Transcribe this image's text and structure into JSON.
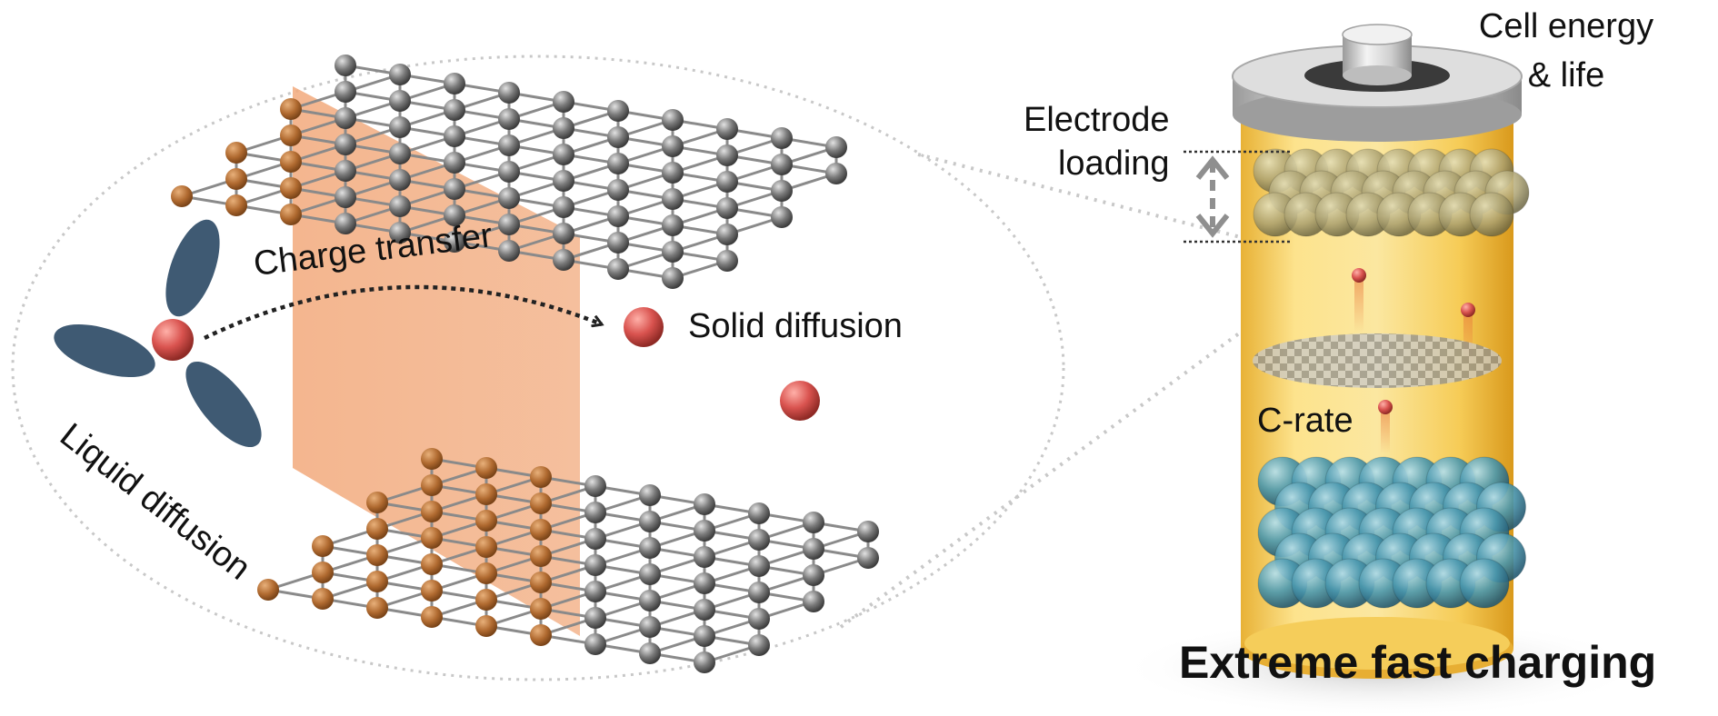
{
  "labels": {
    "charge_transfer": "Charge transfer",
    "solid_diffusion": "Solid diffusion",
    "liquid_diffusion": "Liquid diffusion",
    "electrode_loading_line1": "Electrode",
    "electrode_loading_line2": "loading",
    "cell_energy_line1": "Cell energy",
    "cell_energy_line2": "& life",
    "c_rate": "C-rate",
    "title": "Extreme fast charging"
  },
  "colors": {
    "lithium_ion": "#d9534f",
    "lattice_atom": "#6f6f6f",
    "interface_plane": "#f2a97b",
    "solvent_lobe": "#3f5a73",
    "cathode_particle": "#b8ac72",
    "anode_particle": "#3a8aa5",
    "electrolyte": "#f7d25a"
  }
}
